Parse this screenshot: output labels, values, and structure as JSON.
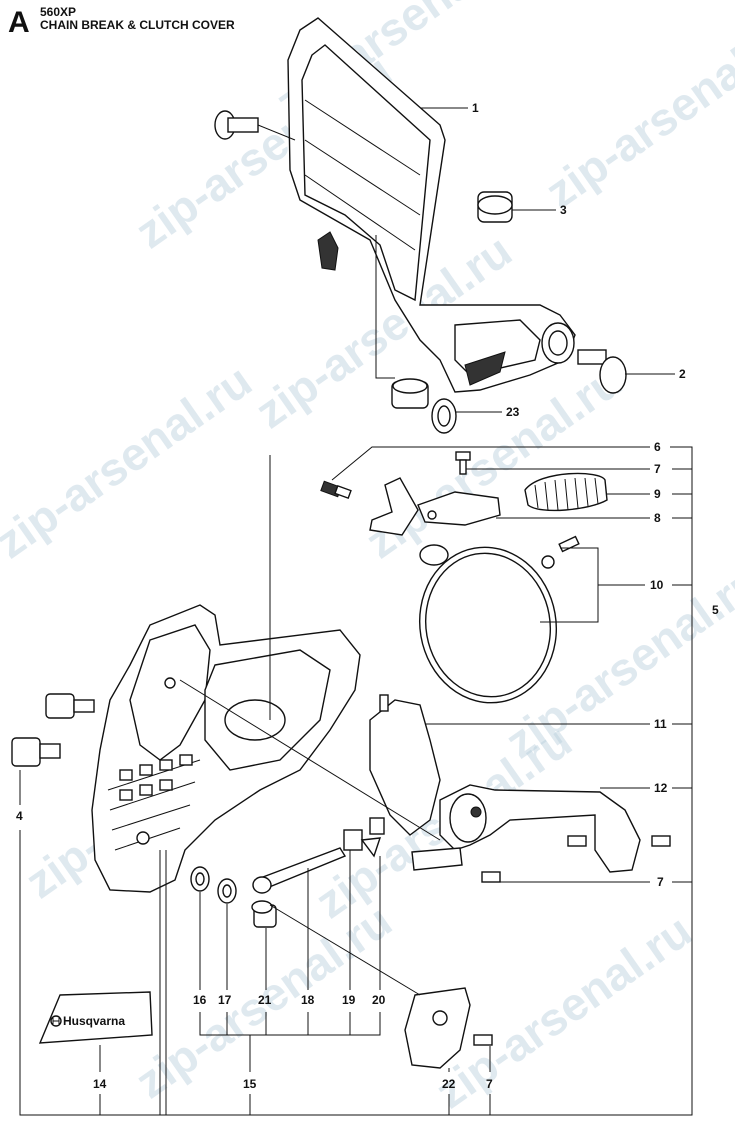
{
  "header": {
    "section_letter": "A",
    "model": "560XP",
    "title": "CHAIN BREAK & CLUTCH COVER"
  },
  "callouts": [
    "1",
    "2",
    "3",
    "23",
    "6",
    "7",
    "9",
    "8",
    "10",
    "5",
    "11",
    "12",
    "7",
    "4",
    "16",
    "17",
    "21",
    "18",
    "19",
    "20",
    "14",
    "15",
    "22",
    "7"
  ],
  "logo": {
    "brand": "Husqvarna"
  },
  "watermark": {
    "text": "zip-arsenal.ru",
    "color": "#b9cfdd"
  }
}
